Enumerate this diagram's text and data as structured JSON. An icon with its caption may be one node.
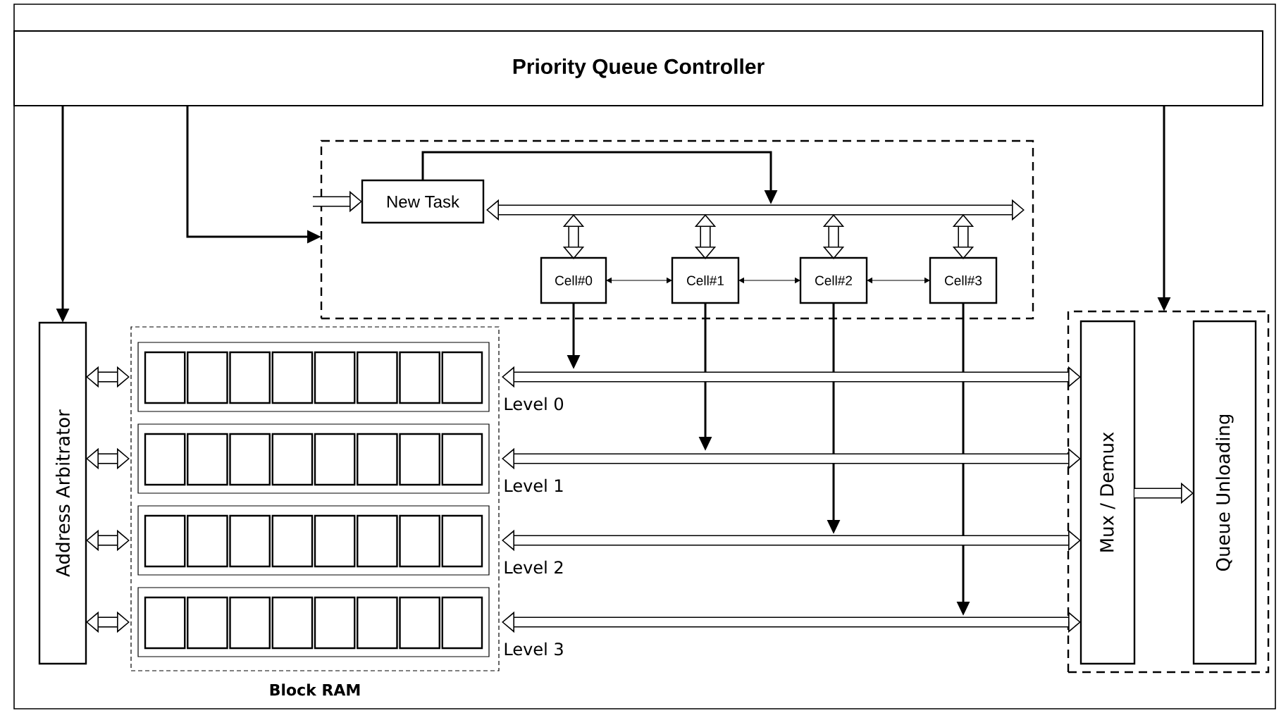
{
  "diagram": {
    "nodes": [
      {
        "text": [
          "Priority Queue Controller"
        ]
      },
      {
        "text": [],
        "shape": "box"
      },
      {
        "text": [
          "New Task"
        ],
        "in": 1
      },
      {
        "text": [],
        "shape": "bar",
        "in": 1
      },
      {
        "text": [
          "Cell#0"
        ],
        "in": 1
      },
      {
        "text": [
          "Cell#1"
        ],
        "in": 1
      },
      {
        "text": [
          "Cell#2"
        ],
        "in": 1
      },
      {
        "text": [
          "Cell#3"
        ],
        "in": 1
      },
      {
        "text": [
          "Address Arbitrator"
        ]
      },
      {
        "text": [
          "Block RAM"
        ]
      },
      {
        "text": [],
        "shape": "box",
        "in": 9,
        "beside": [
          "Level 0"
        ]
      },
      {
        "text": [],
        "shape": "box",
        "in": 9,
        "beside": [
          "Level 1"
        ]
      },
      {
        "text": [],
        "shape": "box",
        "in": 9,
        "beside": [
          "Level 2"
        ]
      },
      {
        "text": [],
        "shape": "box",
        "in": 9,
        "beside": [
          "Level 3"
        ]
      },
      {
        "text": [],
        "shape": "box"
      },
      {
        "text": [
          "Mux / Demux"
        ],
        "in": 14
      },
      {
        "text": [
          "Queue Unloading"
        ],
        "in": 14
      }
    ],
    "edges": [
      {
        "from": 0,
        "to": 8,
        "arrow": "to"
      },
      {
        "from": 0,
        "to": 1,
        "arrow": "to"
      },
      {
        "from": 0,
        "to": 14,
        "arrow": "to"
      },
      {
        "from": null,
        "to": 2,
        "arrow": "to"
      },
      {
        "from": 2,
        "to": 3,
        "arrow": "to"
      },
      {
        "from": 4,
        "to": 3,
        "arrow": "both"
      },
      {
        "from": 5,
        "to": 3,
        "arrow": "both"
      },
      {
        "from": 6,
        "to": 3,
        "arrow": "both"
      },
      {
        "from": 7,
        "to": 3,
        "arrow": "both"
      },
      {
        "from": 4,
        "to": 5,
        "arrow": "both"
      },
      {
        "from": 5,
        "to": 6,
        "arrow": "both"
      },
      {
        "from": 6,
        "to": 7,
        "arrow": "both"
      },
      {
        "from": 4,
        "to": null,
        "arrow": "to"
      },
      {
        "from": 5,
        "to": null,
        "arrow": "to"
      },
      {
        "from": 6,
        "to": null,
        "arrow": "to"
      },
      {
        "from": 7,
        "to": null,
        "arrow": "to"
      },
      {
        "from": 8,
        "to": 10,
        "arrow": "both"
      },
      {
        "from": 8,
        "to": 11,
        "arrow": "both"
      },
      {
        "from": 8,
        "to": 12,
        "arrow": "both"
      },
      {
        "from": 8,
        "to": 13,
        "arrow": "both"
      },
      {
        "from": 10,
        "to": 15,
        "arrow": "both"
      },
      {
        "from": 11,
        "to": 15,
        "arrow": "both"
      },
      {
        "from": 12,
        "to": 15,
        "arrow": "both"
      },
      {
        "from": 13,
        "to": 15,
        "arrow": "both"
      },
      {
        "from": 15,
        "to": 16,
        "arrow": "to"
      }
    ]
  }
}
